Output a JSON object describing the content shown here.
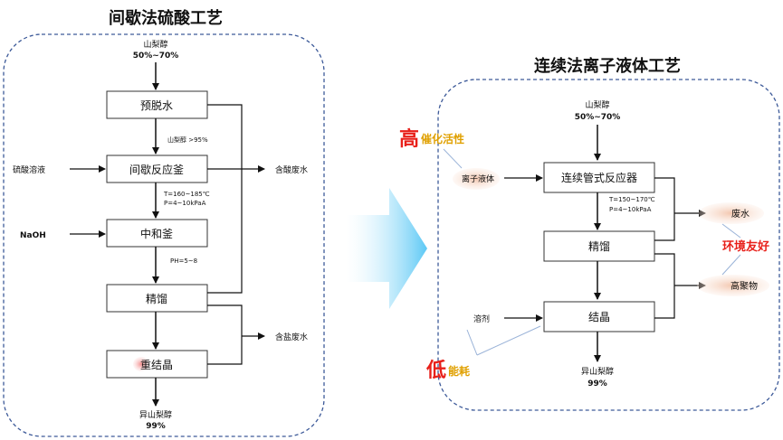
{
  "left": {
    "title": "间歇法硫酸工艺",
    "input_material": "山梨醇",
    "input_concentration": "50%~70%",
    "steps": [
      "预脱水",
      "间歇反应釜",
      "中和釜",
      "精馏",
      "重结晶"
    ],
    "note_after_dehydration": "山梨醇 >95%",
    "reaction_conditions": [
      "T=160~185℃",
      "P=4~10kPaA"
    ],
    "ph_note": "PH=5~8",
    "side_inputs": [
      "硫酸溶液",
      "NaOH"
    ],
    "outputs": [
      "含酸废水",
      "含盐废水"
    ],
    "product": "异山梨醇",
    "product_purity": "99%"
  },
  "right": {
    "title": "连续法离子液体工艺",
    "input_material": "山梨醇",
    "input_concentration": "50%~70%",
    "steps": [
      "连续管式反应器",
      "精馏",
      "结晶"
    ],
    "reaction_conditions": [
      "T=150~170℃",
      "P=4~10kPaA"
    ],
    "side_inputs": [
      "离子液体",
      "溶剂"
    ],
    "outputs": [
      "废水",
      "高聚物"
    ],
    "product": "异山梨醇",
    "product_purity": "99%"
  },
  "callouts": {
    "high_char": "高",
    "high_text": "催化活性",
    "low_char": "低",
    "low_text": "能耗",
    "eco": "环境友好"
  },
  "colors": {
    "container_border": "#3d5a99",
    "arrow_fill": "#5bc8f5",
    "highlight_red": "#e8201a",
    "highlight_gold": "#e0a000",
    "bubble_fill": "#f6d5c2"
  }
}
